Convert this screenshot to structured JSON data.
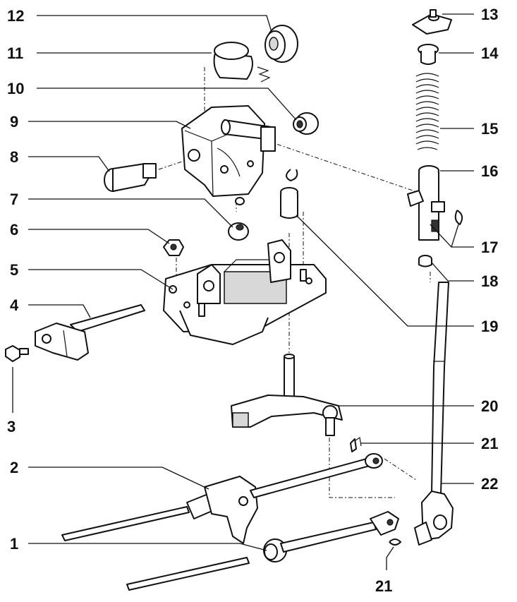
{
  "labels": {
    "l1": "1",
    "l2": "2",
    "l3": "3",
    "l4": "4",
    "l5": "5",
    "l6": "6",
    "l7": "7",
    "l8": "8",
    "l9": "9",
    "l10": "10",
    "l11": "11",
    "l12": "12",
    "l13": "13",
    "l14": "14",
    "l15": "15",
    "l16": "16",
    "l17": "17",
    "l18": "18",
    "l19": "19",
    "l20": "20",
    "l21a": "21",
    "l21b": "21",
    "l22": "22"
  }
}
